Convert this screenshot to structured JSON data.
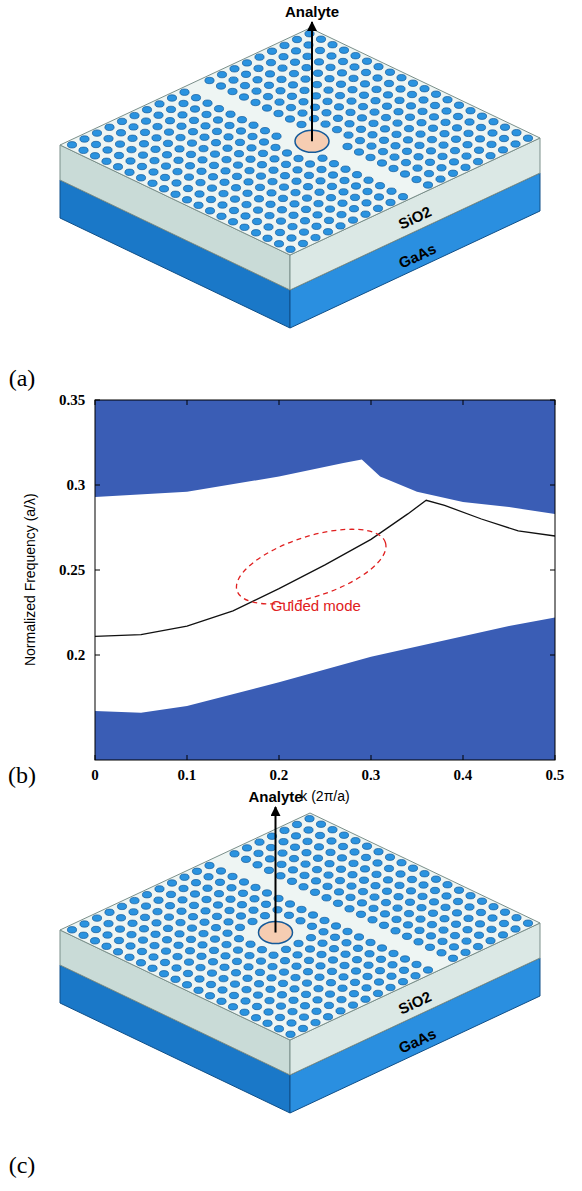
{
  "diagram": {
    "labels": [
      "Analyte",
      "SiO2",
      "GaAs",
      "(a)",
      "0.35",
      "0.3",
      "0.25",
      "0.2",
      "0",
      "0.1",
      "0.2",
      "0.3",
      "0.4",
      "0.5",
      "Normalized Frequency (a/λ)",
      "k (2π/a)",
      "Guided mode",
      "(b)",
      "Analyte",
      "SiO2",
      "GaAs",
      "(c)"
    ]
  }
}
